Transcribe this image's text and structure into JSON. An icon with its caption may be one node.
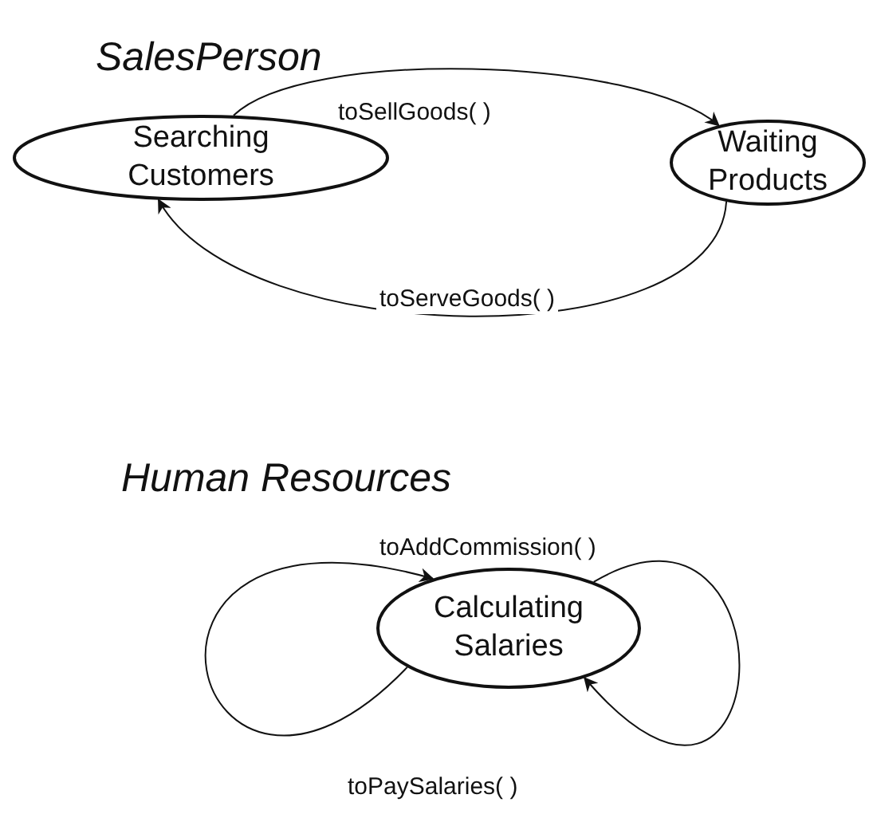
{
  "diagram": {
    "nodes": [
      {
        "text": [
          "Searching Customers"
        ]
      },
      {
        "text": [
          "Waiting Products"
        ]
      },
      {
        "text": [
          "Calculating Salaries"
        ]
      }
    ],
    "edges": [
      {
        "from": 0,
        "to": 1,
        "arrow": "to",
        "label": "toSellGoods( )"
      },
      {
        "from": 1,
        "to": 0,
        "arrow": "to",
        "label": "toServeGoods( )"
      },
      {
        "from": 2,
        "to": 2,
        "arrow": "to",
        "label": "toAddCommission( )"
      },
      {
        "from": 2,
        "to": 2,
        "arrow": "to",
        "label": "toPaySalaries( )"
      }
    ],
    "labels": [
      "SalesPerson",
      "Human Resources"
    ]
  }
}
